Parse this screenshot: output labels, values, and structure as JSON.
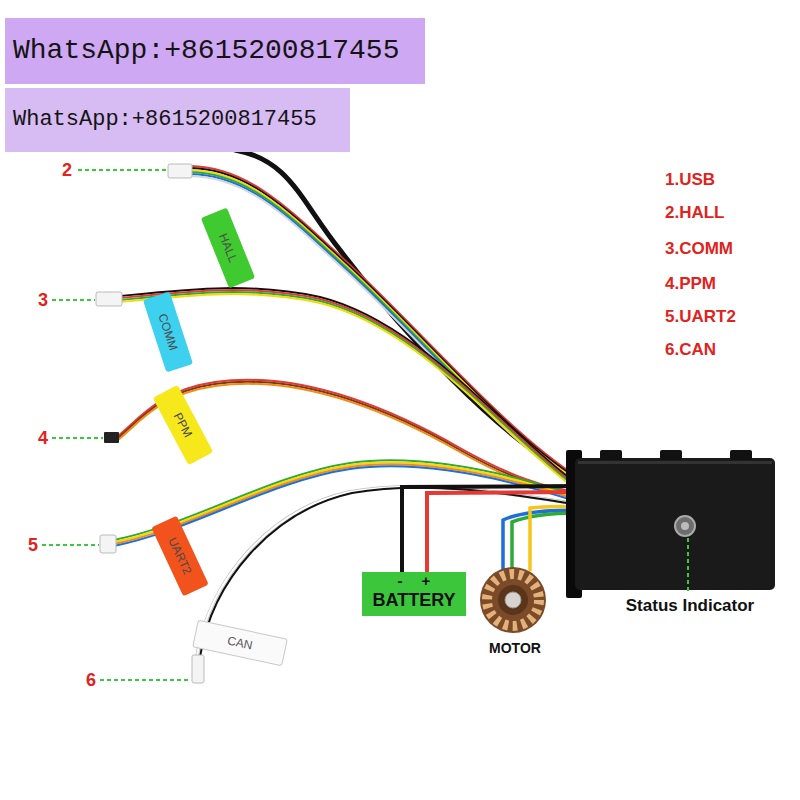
{
  "diagram": {
    "nodes": [
      {
        "text": [
          "WhatsApp:+8615200817455"
        ]
      },
      {
        "text": [
          "WhatsApp:+8615200817455"
        ]
      },
      {
        "text": [
          "HALL"
        ]
      },
      {
        "text": [
          "COMM"
        ]
      },
      {
        "text": [
          "PPM"
        ]
      },
      {
        "text": [
          "UART2"
        ]
      },
      {
        "text": [
          "-",
          "+",
          "BATTERY"
        ]
      },
      {
        "text": [
          "CAN"
        ]
      }
    ],
    "labels": [
      "2",
      "1.USB",
      "2.HALL",
      "3.COMM",
      "3",
      "4.PPM",
      "5.UART2",
      "6.CAN",
      "4",
      "5",
      "Status Indicator",
      "MOTOR",
      "6"
    ]
  }
}
